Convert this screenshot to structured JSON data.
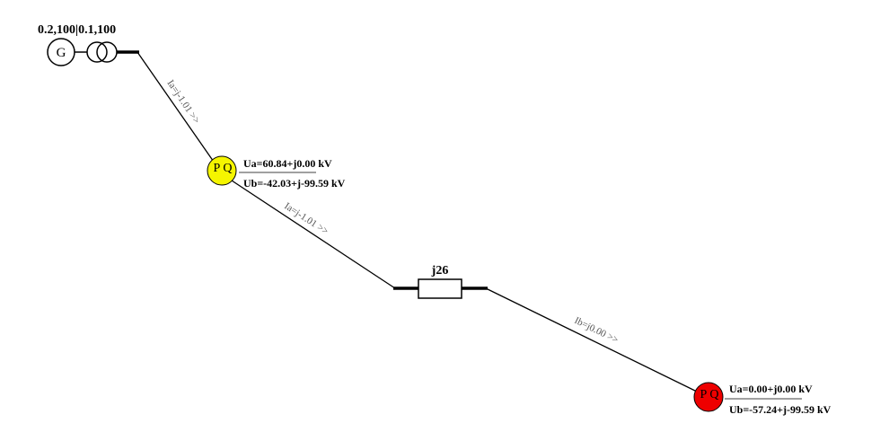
{
  "generator": {
    "symbol": "G",
    "rating_label": "0.2,100|0.1,100"
  },
  "line_1": {
    "current_label": "Ia=j-1.01 >>"
  },
  "line_2": {
    "current_label": "Ia=j-1.01 >>"
  },
  "line_3": {
    "current_label": "Ib=j0.00 >>"
  },
  "bus_1": {
    "symbol": "P Q",
    "color": "#f5f500",
    "ua_label": "Ua=60.84+j0.00 kV",
    "ub_label": "Ub=-42.03+j-99.59 kV"
  },
  "impedance": {
    "label": "j26"
  },
  "bus_2": {
    "symbol": "P Q",
    "color": "#ee0000",
    "ua_label": "Ua=0.00+j0.00 kV",
    "ub_label": "Ub=-57.24+j-99.59 kV"
  }
}
